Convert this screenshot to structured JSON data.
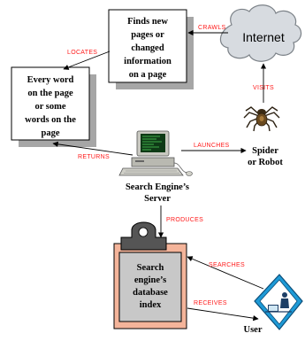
{
  "nodes": {
    "finds_box": {
      "lines": [
        "Finds new",
        "pages or",
        "changed",
        "information",
        "on a page"
      ]
    },
    "words_box": {
      "lines": [
        "Every word",
        "on the page",
        "or some",
        "words on the",
        "page"
      ]
    },
    "internet": {
      "label": "Internet"
    },
    "spider": {
      "lines": [
        "Spider",
        "or Robot"
      ]
    },
    "server": {
      "lines": [
        "Search Engine’s",
        "Server"
      ]
    },
    "database": {
      "lines": [
        "Search",
        "engine’s",
        "database",
        "index"
      ]
    },
    "user": {
      "label": "User"
    }
  },
  "edges": {
    "crawls": "CRAWLS",
    "locates": "LOCATES",
    "visits": "VISITS",
    "returns": "RETURNS",
    "launches": "LAUNCHES",
    "produces": "PRODUCES",
    "searches": "SEARCHES",
    "receives": "RECEIVES"
  },
  "colors": {
    "edge_label": "#ff1a1a",
    "cloud_fill": "#d7dbe0",
    "clipboard_fill": "#f4b49a",
    "clipboard_clip": "#555555",
    "db_paper": "#c8c8c8"
  }
}
